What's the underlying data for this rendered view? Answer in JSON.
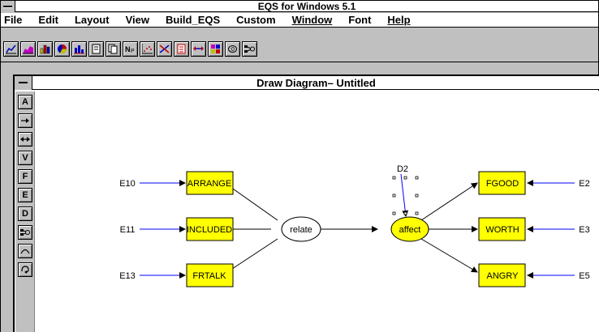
{
  "app": {
    "title": "EQS for Windows 5.1"
  },
  "menubar": {
    "items": [
      {
        "label": "File",
        "name": "menu-file"
      },
      {
        "label": "Edit",
        "name": "menu-edit"
      },
      {
        "label": "Layout",
        "name": "menu-layout"
      },
      {
        "label": "View",
        "name": "menu-view"
      },
      {
        "label": "Build_EQS",
        "name": "menu-build-eqs"
      },
      {
        "label": "Custom",
        "name": "menu-custom"
      },
      {
        "label": "Window",
        "name": "menu-window"
      },
      {
        "label": "Font",
        "name": "menu-font"
      },
      {
        "label": "Help",
        "name": "menu-help"
      }
    ]
  },
  "toolbar": {
    "buttons": [
      {
        "icon": "line-chart-icon",
        "color": "#0000c0"
      },
      {
        "icon": "area-chart-icon",
        "color": "#c000c0"
      },
      {
        "icon": "3d-bar-chart-icon",
        "color": "#c0c000"
      },
      {
        "icon": "pie-chart-icon",
        "color": "#c00000"
      },
      {
        "icon": "bar-chart-icon",
        "color": "#0000c0"
      },
      {
        "icon": "page-icon",
        "color": "#000000"
      },
      {
        "icon": "pages-icon",
        "color": "#000000"
      },
      {
        "icon": "nonparametric-icon",
        "color": "#000000"
      },
      {
        "icon": "scatter-plot-icon",
        "color": "#c00000"
      },
      {
        "icon": "regression-icon",
        "color": "#0000c0"
      },
      {
        "icon": "sort-icon",
        "color": "#c00000"
      },
      {
        "icon": "arrows-icon",
        "color": "#0000c0"
      },
      {
        "icon": "palette-icon",
        "color": "#c000c0"
      },
      {
        "icon": "diagram-icon",
        "color": "#000000"
      },
      {
        "icon": "path-diagram-icon",
        "color": "#000000"
      }
    ]
  },
  "child_window": {
    "title": "Draw Diagram– Untitled"
  },
  "palette": {
    "buttons": [
      {
        "label": "A",
        "name": "tool-select"
      },
      {
        "label": "",
        "name": "tool-arrow",
        "icon": "right-arrow-icon"
      },
      {
        "label": "",
        "name": "tool-double-arrow",
        "icon": "double-arrow-icon"
      },
      {
        "label": "V",
        "name": "tool-measured-variable"
      },
      {
        "label": "F",
        "name": "tool-factor"
      },
      {
        "label": "E",
        "name": "tool-error"
      },
      {
        "label": "D",
        "name": "tool-disturbance"
      },
      {
        "label": "",
        "name": "tool-path-model",
        "icon": "path-model-icon"
      },
      {
        "label": "",
        "name": "tool-curve",
        "icon": "curve-icon"
      },
      {
        "label": "",
        "name": "tool-loop",
        "icon": "loop-icon"
      }
    ]
  },
  "diagram": {
    "colors": {
      "variable_fill": "#ffff00",
      "error_arrow": "#0000ff",
      "path_arrow": "#000000"
    },
    "variables": [
      {
        "id": "arrange",
        "label": "ARRANGE"
      },
      {
        "id": "included",
        "label": "INCLUDED"
      },
      {
        "id": "frtalk",
        "label": "FRTALK"
      },
      {
        "id": "fgood",
        "label": "FGOOD"
      },
      {
        "id": "worth",
        "label": "WORTH"
      },
      {
        "id": "angry",
        "label": "ANGRY"
      }
    ],
    "factors": [
      {
        "id": "relate",
        "label": "relate"
      },
      {
        "id": "affect",
        "label": "affect"
      }
    ],
    "errors": [
      {
        "id": "e10",
        "label": "E10"
      },
      {
        "id": "e11",
        "label": "E11"
      },
      {
        "id": "e13",
        "label": "E13"
      },
      {
        "id": "e2",
        "label": "E2"
      },
      {
        "id": "e3",
        "label": "E3"
      },
      {
        "id": "e5",
        "label": "E5"
      }
    ],
    "disturbance": {
      "id": "d2",
      "label": "D2"
    }
  }
}
